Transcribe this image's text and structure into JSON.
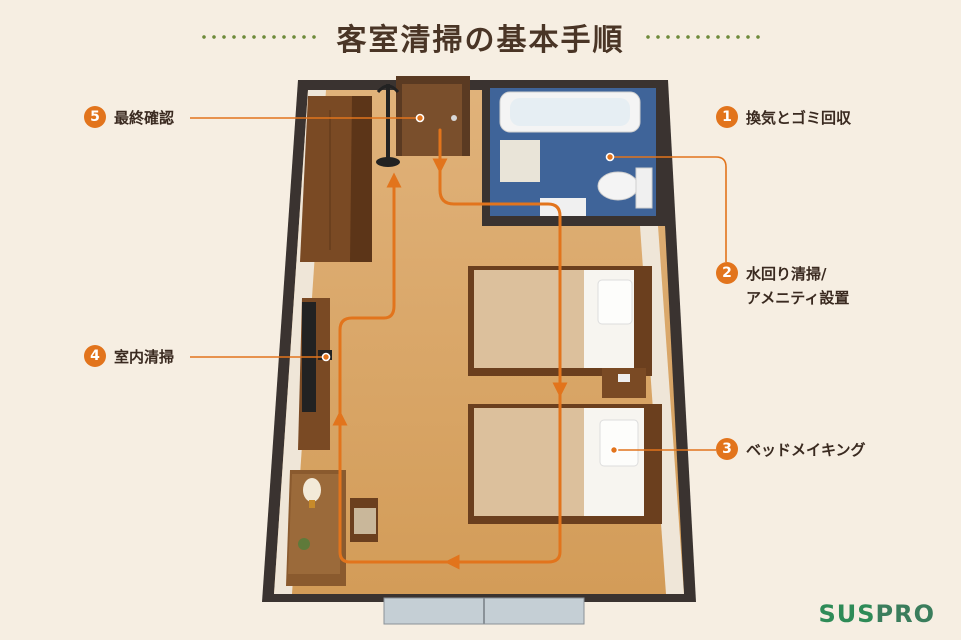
{
  "title": "客室清掃の基本手順",
  "steps": [
    {
      "num": "1",
      "label": "換気とゴミ回収"
    },
    {
      "num": "2",
      "label": "水回り清掃/\nアメニティ設置"
    },
    {
      "num": "3",
      "label": "ベッドメイキング"
    },
    {
      "num": "4",
      "label": "室内清掃"
    },
    {
      "num": "5",
      "label": "最終確認"
    }
  ],
  "brand": {
    "part1": "SUS",
    "part2": "PRO"
  },
  "colors": {
    "accent": "#e2741c",
    "wall": "#3a3330",
    "floor": "#d9a765",
    "bath": "#3a5f94",
    "furniture": "#7a4a24",
    "brand": "#2e8b57"
  }
}
